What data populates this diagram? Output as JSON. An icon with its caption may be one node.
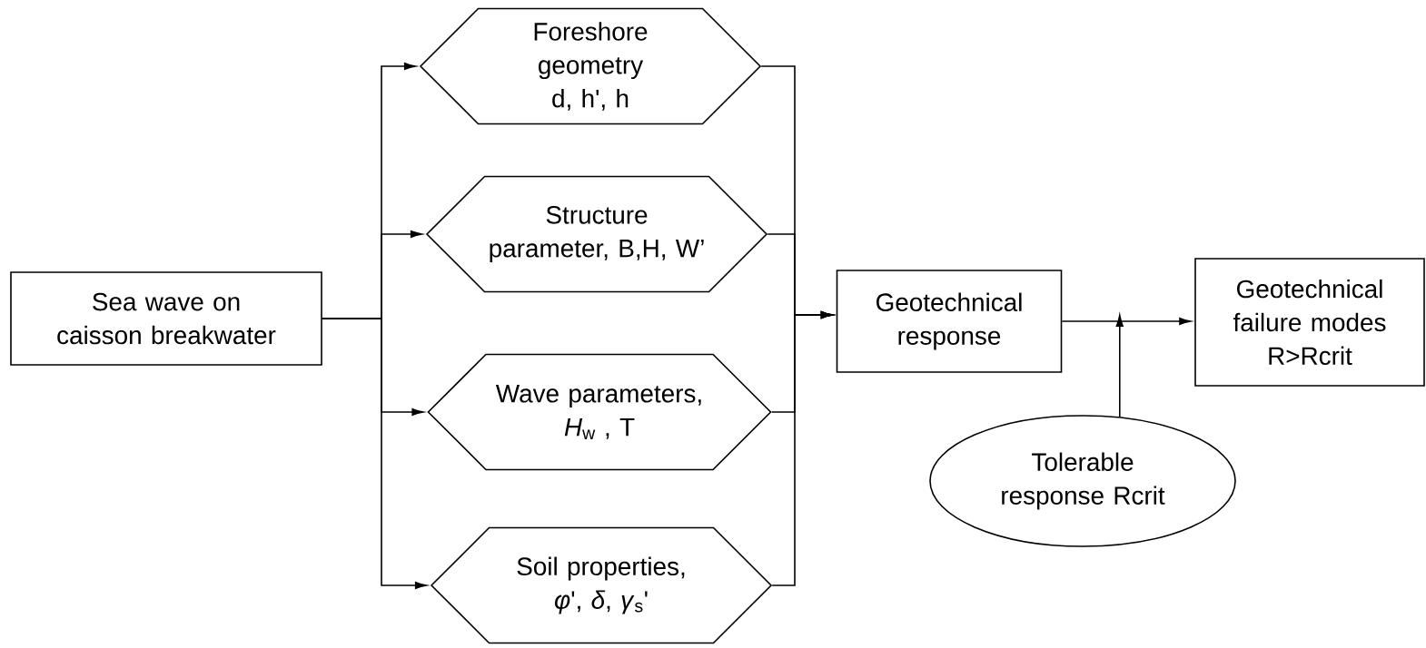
{
  "diagram": {
    "nodes": [
      {
        "text": [
          "Sea wave on caisson breakwater"
        ]
      },
      {
        "text": [
          "Foreshore geometry d, h', h"
        ]
      },
      {
        "text": [
          "Structure parameter, B,H, W’"
        ]
      },
      {
        "text": [
          "Wave parameters, *H*$_{w}$ , T"
        ]
      },
      {
        "text": [
          "Soil properties, *φ*', *δ*, *γ*$_{s}$'"
        ]
      },
      {
        "text": [
          "Geotechnical response"
        ]
      },
      {
        "text": [
          "Geotechnical failure modes R>Rcrit"
        ]
      },
      {
        "text": [
          "Tolerable response Rcrit"
        ]
      }
    ],
    "edges": [
      {
        "from": 0,
        "to": 1,
        "arrow": "to"
      },
      {
        "from": 0,
        "to": 2,
        "arrow": "to"
      },
      {
        "from": 0,
        "to": 3,
        "arrow": "to"
      },
      {
        "from": 0,
        "to": 4,
        "arrow": "to"
      },
      {
        "from": 1,
        "to": 5,
        "arrow": "to"
      },
      {
        "from": 2,
        "to": 5,
        "arrow": "to"
      },
      {
        "from": 3,
        "to": 5,
        "arrow": "to"
      },
      {
        "from": 4,
        "to": 5,
        "arrow": "to"
      },
      {
        "from": 5,
        "to": 6,
        "arrow": "to"
      },
      {
        "from": 7,
        "to": null,
        "arrow": "to"
      }
    ]
  }
}
